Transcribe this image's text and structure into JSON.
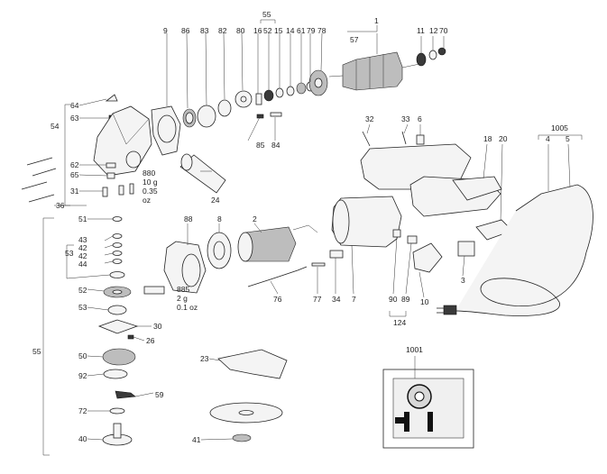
{
  "labels": {
    "l1": "1",
    "l2": "2",
    "l3": "3",
    "l4": "4",
    "l5": "5",
    "l6": "6",
    "l7": "7",
    "l8": "8",
    "l9": "9",
    "l10": "10",
    "l11": "11",
    "l12": "12",
    "l14": "14",
    "l15": "15",
    "l16": "16",
    "l18": "18",
    "l20": "20",
    "l23": "23",
    "l24": "24",
    "l26": "26",
    "l30": "30",
    "l31": "31",
    "l32": "32",
    "l33": "33",
    "l34": "34",
    "l36": "36",
    "l40": "40",
    "l41": "41",
    "l42a": "42",
    "l42b": "42",
    "l43": "43",
    "l44": "44",
    "l50": "50",
    "l51": "51",
    "l52a": "52",
    "l52b": "52",
    "l53a": "53",
    "l53b": "53",
    "l54": "54",
    "l55a": "55",
    "l55b": "55",
    "l57": "57",
    "l59": "59",
    "l61": "61",
    "l62": "62",
    "l63": "63",
    "l64": "64",
    "l65": "65",
    "l70": "70",
    "l72": "72",
    "l76": "76",
    "l77": "77",
    "l78": "78",
    "l79": "79",
    "l80": "80",
    "l82": "82",
    "l83": "83",
    "l84": "84",
    "l85": "85",
    "l86": "86",
    "l88": "88",
    "l89": "89",
    "l90": "90",
    "l92": "92",
    "l124": "124",
    "l1001": "1001",
    "l1005": "1005"
  },
  "notes": {
    "n880": "880",
    "n880w": "10 g",
    "n880o1": "0.35",
    "n880o2": "oz",
    "n885": "885",
    "n885w": "2 g",
    "n885o": "0.1 oz"
  }
}
